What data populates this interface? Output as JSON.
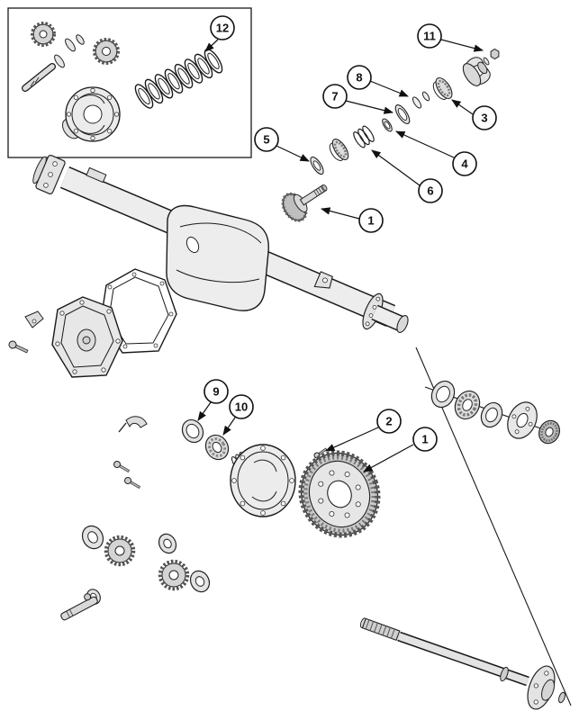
{
  "meta": {
    "type": "exploded-parts-diagram",
    "subject": "rear axle assembly exploded view",
    "background_color": "#ffffff",
    "line_color": "#1a1a1a",
    "part_fill_light": "#ececec",
    "part_fill_mid": "#d9d9d9"
  },
  "callouts": [
    {
      "label": "12"
    },
    {
      "label": "11"
    },
    {
      "label": "8"
    },
    {
      "label": "7"
    },
    {
      "label": "3"
    },
    {
      "label": "5"
    },
    {
      "label": "4"
    },
    {
      "label": "6"
    },
    {
      "label": "1"
    },
    {
      "label": "9"
    },
    {
      "label": "10"
    },
    {
      "label": "2"
    },
    {
      "label": "1"
    }
  ]
}
